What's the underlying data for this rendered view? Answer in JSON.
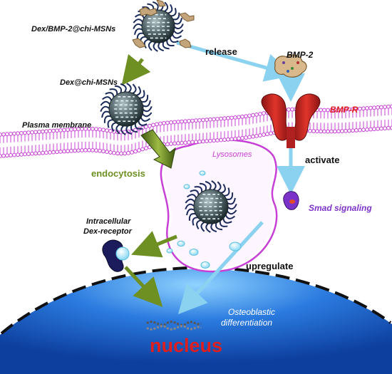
{
  "labels": {
    "nanoparticle_bmp": "Dex/BMP-2@chi-MSNs",
    "nanoparticle_dex": "Dex@chi-MSNs",
    "plasma_membrane": "Plasma membrane",
    "release": "release",
    "bmp2": "BMP-2",
    "bmp_receptor": "BMP-R",
    "lysosomes": "Lysosomes",
    "endocytosis": "endocytosis",
    "activate": "activate",
    "smad": "Smad signaling",
    "dex_receptor_line1": "Intracellular",
    "dex_receptor_line2": "Dex-receptor",
    "upregulate": "upregulate",
    "osteo_line1": "Osteoblastic",
    "osteo_line2": "differentiation",
    "nucleus": "nucleus"
  },
  "colors": {
    "background": "#ffffff",
    "nucleus_blue": "#1f63c9",
    "membrane_purple": "#c73fd6",
    "olive_arrow": "#6e8f22",
    "cyan_arrow": "#8ad2f0",
    "receptor_red": "#d22a22",
    "nucleus_text_red": "#e01e1e",
    "smad_purple": "#7b32c9"
  }
}
